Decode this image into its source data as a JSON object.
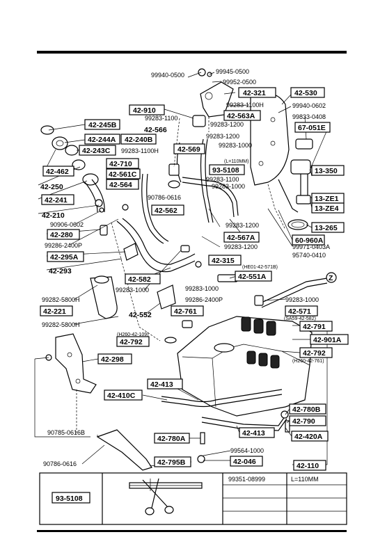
{
  "labels": {
    "p1": "99940-0500",
    "p2": "99945-0500",
    "p3": "99952-0500",
    "p4": "42-321",
    "p5": "42-530",
    "p6": "99283-1100H",
    "p7": "99940-0602",
    "p8": "42-910",
    "p9": "42-563A",
    "p10": "99283-1100",
    "p11": "99833-0408",
    "p12": "99283-1200",
    "p13": "67-051E",
    "p14": "42-245B",
    "p15": "42-566",
    "p16": "99283-1200",
    "p17": "42-244A",
    "p18": "42-240B",
    "p19": "99283-1000",
    "p20": "42-243C",
    "p21": "99283-1100H",
    "p22": "42-569",
    "p23": "(L=110MM)",
    "p24": "42-710",
    "p25": "93-5108",
    "p26": "42-462",
    "p27": "42-561C",
    "p28": "13-350",
    "p29": "99283-1100",
    "p30": "42-250",
    "p31": "42-564",
    "p32": "99283-1000",
    "p33": "13-ZE1",
    "p34": "42-241",
    "p35": "90786-0616",
    "p36": "13-ZE4",
    "p37": "42-210",
    "p38": "42-562",
    "p39": "90906-0602",
    "p40": "99283-1200",
    "p41": "13-265",
    "p42": "42-280",
    "p43": "42-567A",
    "p44": "60-960A",
    "p45": "99286-2400P",
    "p46": "99283-1200",
    "p47": "99971-0403A",
    "p48": "95740-0410",
    "p49": "42-295A",
    "p50": "42-315",
    "p51": "(HE01-42-571B)",
    "p52": "42-293",
    "p53": "42-551A",
    "p54": "42-582",
    "p55": "99283-1000",
    "p56": "99283-1000",
    "p57": "99282-5800H",
    "p58": "99283-1000",
    "p59": "99286-2400P",
    "p60": "42-571",
    "p61": "42-221",
    "p62": "42-761",
    "p63": "42-552",
    "p64": "(SA59-42-582)",
    "p65": "99282-5800H",
    "p66": "42-791",
    "p67": "(H260-42-109)",
    "p68": "42-792",
    "p69": "42-901A",
    "p70": "42-792",
    "p71": "(H260-42-761)",
    "p72": "42-298",
    "p73": "42-413",
    "p74": "42-410C",
    "p75": "42-780B",
    "p76": "42-790",
    "p77": "90785-0616B",
    "p78": "42-413",
    "p79": "42-780A",
    "p80": "42-420A",
    "p81": "99564-1000",
    "p82": "42-046",
    "p83": "90786-0616",
    "p84": "42-795B",
    "p85": "42-110",
    "p86": "Z"
  },
  "table": {
    "part_label": "93-5108",
    "part_number": "99351-08999",
    "length_note": "L=110MM"
  }
}
